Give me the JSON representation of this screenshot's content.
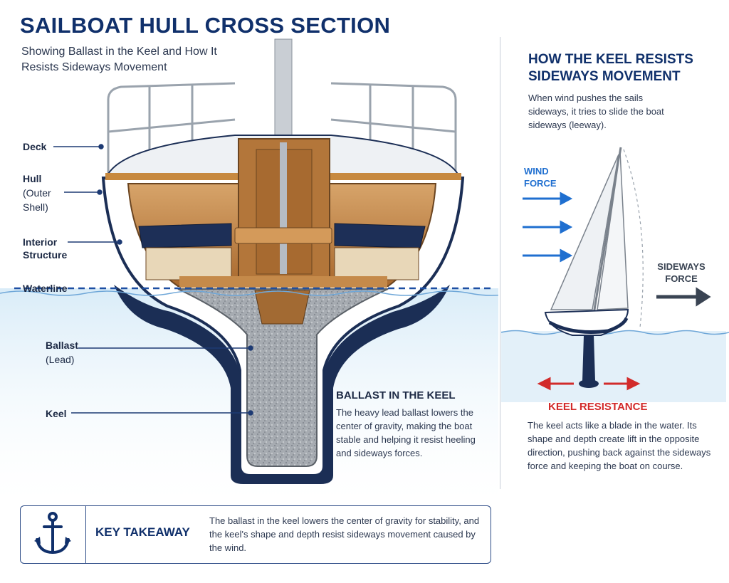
{
  "title": "SAILBOAT HULL CROSS SECTION",
  "subtitle": "Showing Ballast in the Keel and How It Resists Sideways Movement",
  "labels": {
    "deck": "Deck",
    "hull_1": "Hull",
    "hull_2": "(Outer",
    "hull_3": "Shell)",
    "interior_1": "Interior",
    "interior_2": "Structure",
    "waterline": "Waterline",
    "ballast_1": "Ballast",
    "ballast_2": "(Lead)",
    "keel": "Keel"
  },
  "ballast_section": {
    "title": "BALLAST IN THE KEEL",
    "description": "The heavy lead ballast lowers the center of gravity, making the boat stable and helping it resist heeling and sideways forces."
  },
  "right_panel": {
    "title": "HOW THE KEEL RESISTS SIDEWAYS MOVEMENT",
    "description": "When wind pushes the sails sideways, it tries to slide the boat sideways (leeway).",
    "wind_1": "WIND",
    "wind_2": "FORCE",
    "side_1": "SIDEWAYS",
    "side_2": "FORCE",
    "keel_resistance_title": "KEEL RESISTANCE",
    "keel_resistance_description": "The keel acts like a blade in the water. Its shape and depth create lift in the opposite direction, pushing back against the sideways force and keeping the boat on course."
  },
  "takeaway": {
    "title": "KEY TAKEAWAY",
    "text": "The ballast in the keel lowers the center of gravity for stability, and the keel's shape and depth resist sideways movement caused by the wind.",
    "icon": "anchor-icon"
  },
  "colors": {
    "navy": "#10306b",
    "water": "#cfe6f6",
    "hull": "#1b2e55",
    "wood": "#b87a3d",
    "lead": "#9aa0a6",
    "wind": "#1f6fd0",
    "resistance": "#d22b2b"
  }
}
